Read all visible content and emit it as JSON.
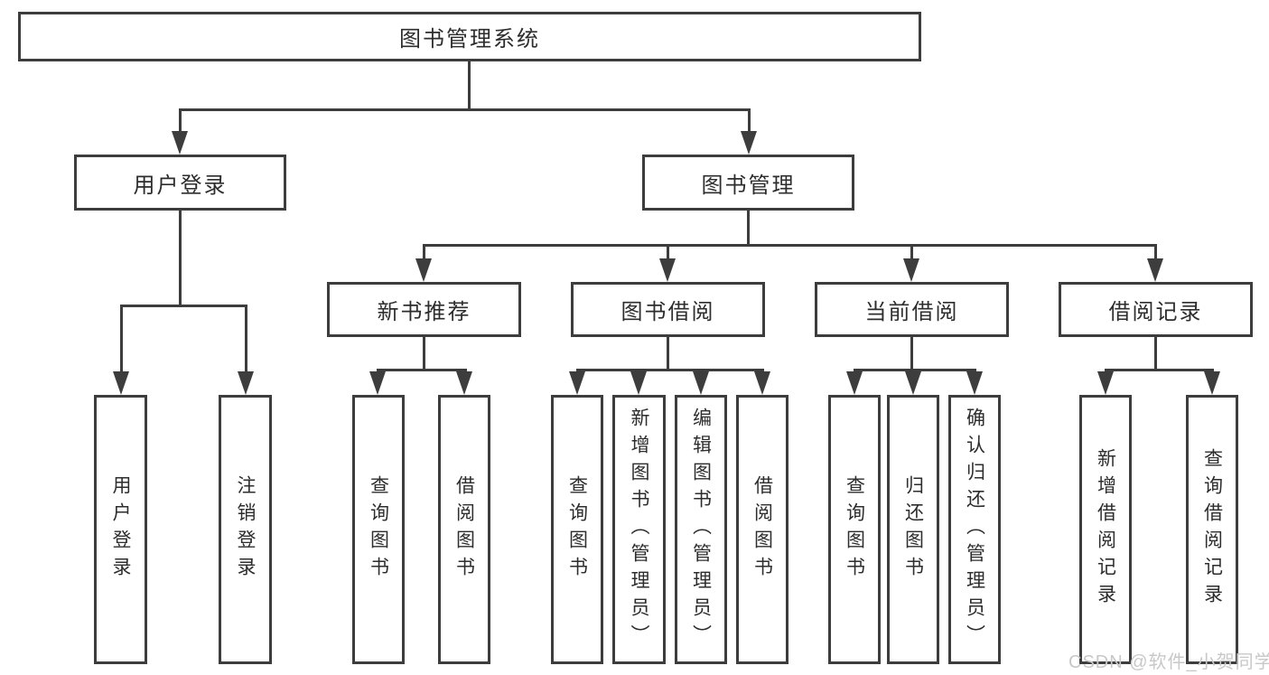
{
  "diagram": {
    "root": {
      "label": "图书管理系统"
    },
    "level1": {
      "user_login": "用户登录",
      "book_mgmt": "图书管理"
    },
    "level2": {
      "new_book_recommend": "新书推荐",
      "book_borrow": "图书借阅",
      "current_borrow": "当前借阅",
      "borrow_record": "借阅记录"
    },
    "leaves": {
      "user_login": [
        "用户登录",
        "注销登录"
      ],
      "new_book_recommend": [
        "查询图书",
        "借阅图书"
      ],
      "book_borrow": [
        "查询图书",
        "新增图书（管理员）",
        "编辑图书（管理员）",
        "借阅图书"
      ],
      "current_borrow": [
        "查询图书",
        "归还图书",
        "确认归还（管理员）"
      ],
      "borrow_record": [
        "新增借阅记录",
        "查询借阅记录"
      ]
    },
    "watermark": "CSDN @软件_小贺同学",
    "colors": {
      "line": "#3d3d3d",
      "text": "#2d2d2d",
      "watermark": "#c8c8c8",
      "background": "#ffffff"
    }
  }
}
